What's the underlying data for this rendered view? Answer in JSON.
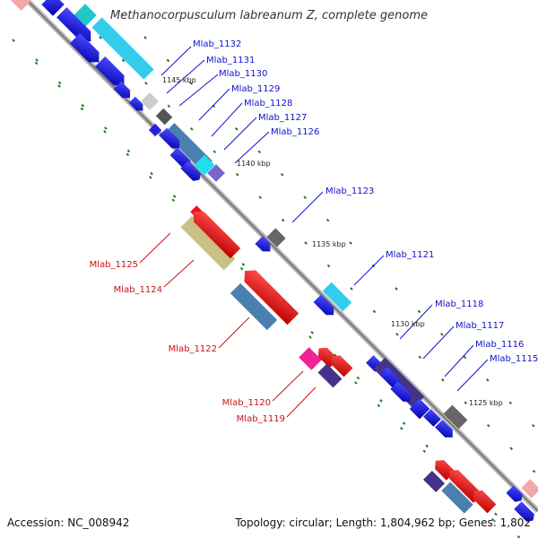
{
  "title": "Methanocorpusculum labreanum Z, complete genome",
  "footer": {
    "accession": "Accession: NC_008942",
    "topology": "Topology: circular; Length: 1,804,962 bp; Genes: 1,802"
  },
  "colors": {
    "backbone": "#888888",
    "blue_forward": "#1010e0",
    "red_reverse": "#ee1111",
    "label_blue": "#1111cc",
    "label_red": "#cc1111",
    "tick_green": "#1a7a1a"
  },
  "kbp_marks": [
    "1145 kbp",
    "1140 kbp",
    "1135 kbp",
    "1130 kbp",
    "1125 kbp"
  ],
  "labels_forward": [
    "Mlab_1132",
    "Mlab_1131",
    "Mlab_1130",
    "Mlab_1129",
    "Mlab_1128",
    "Mlab_1127",
    "Mlab_1126",
    "Mlab_1123",
    "Mlab_1121",
    "Mlab_1118",
    "Mlab_1117",
    "Mlab_1116",
    "Mlab_1115"
  ],
  "labels_reverse": [
    "Mlab_1125",
    "Mlab_1124",
    "Mlab_1122",
    "Mlab_1120",
    "Mlab_1119"
  ]
}
